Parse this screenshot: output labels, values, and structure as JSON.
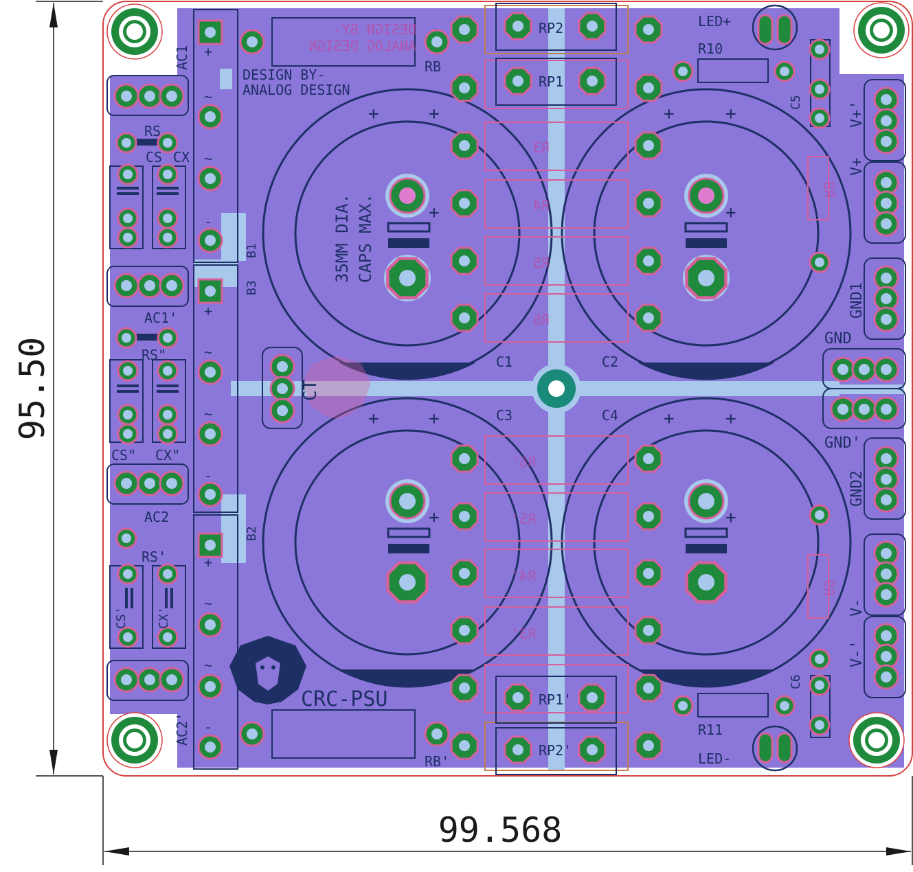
{
  "colors": {
    "board": "#8b77d9",
    "copper": "#a8c8ec",
    "pad": "#1f8a3c",
    "drill": "#e07cd0",
    "silk": "#1e2f66",
    "paste": "#d6609c",
    "outline": "#d84040",
    "dimension": "#1a1a1a"
  },
  "dimensions": {
    "width": "99.568",
    "height": "95.50"
  },
  "credit": {
    "line1": "DESIGN BY-",
    "line2": "ANALOG DESIGN",
    "mirror1": "DESIGN BY-",
    "mirror2": "ANALOG DESIGN"
  },
  "note": {
    "line1": "35MM DIA.",
    "line2": "CAPS MAX."
  },
  "title": "CRC-PSU",
  "labels": {
    "ac1": "AC1",
    "ac1p": "AC1'",
    "ac2": "AC2",
    "ac2p": "AC2'",
    "b1": "B1",
    "b2": "B2",
    "b3": "B3",
    "rs": "RS",
    "rsp": "RS'",
    "rspp": "RS\"",
    "rs2": "RS'",
    "cs": "CS",
    "cx": "CX",
    "csp": "CS\"",
    "cxp": "CX\"",
    "cs2": "CS'",
    "cx2": "CX'",
    "rb": "RB",
    "rbp": "RB'",
    "rp1": "RP1",
    "rp2": "RP2",
    "rp1p": "RP1'",
    "rp2p": "RP2'",
    "r3": "R3",
    "r4": "R4",
    "r5": "R5",
    "r6": "R6",
    "r3p": "R3'",
    "r4p": "R4'",
    "r5p": "R5'",
    "r6p": "R6'",
    "r8": "R8",
    "r9": "R9",
    "r10": "R10",
    "r11": "R11",
    "c1": "C1",
    "c2": "C2",
    "c3": "C3",
    "c4": "C4",
    "c5": "C5",
    "c6": "C6",
    "ct": "CT",
    "ledp": "LED+",
    "ledm": "LED-",
    "vp": "V+",
    "vpp": "V+'",
    "vm": "V-",
    "vmp": "V-'",
    "gnd": "GND",
    "gndp": "GND'",
    "gnd1": "GND1",
    "gnd2": "GND2",
    "plus": "+",
    "minus": "-",
    "tilde": "~"
  }
}
